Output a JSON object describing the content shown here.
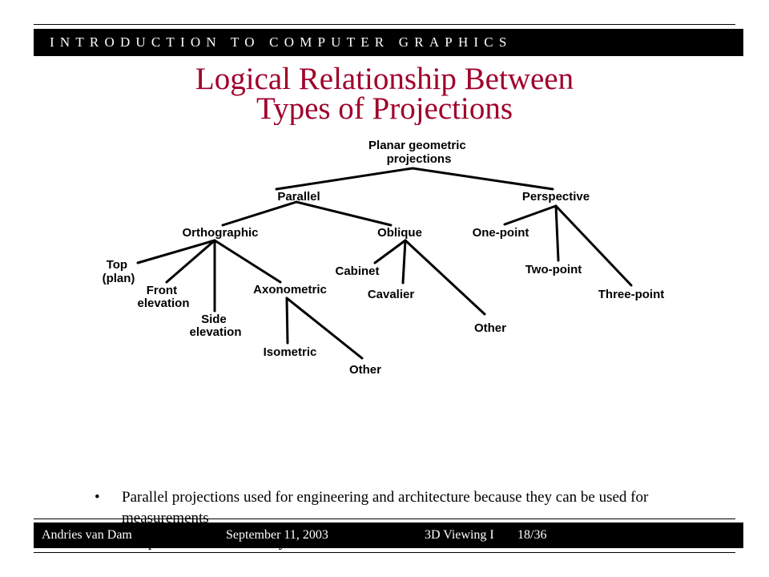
{
  "header": {
    "course": "INTRODUCTION TO COMPUTER GRAPHICS"
  },
  "slide": {
    "title_line1": "Logical Relationship Between",
    "title_line2": "Types of Projections"
  },
  "tree": {
    "root": [
      "Planar geometric",
      "projections"
    ],
    "parallel": "Parallel",
    "perspective": "Perspective",
    "orthographic": "Orthographic",
    "oblique": "Oblique",
    "one_point": "One-point",
    "two_point": "Two-point",
    "three_point": "Three-point",
    "top": [
      "Top",
      "(plan)"
    ],
    "front": [
      "Front",
      "elevation"
    ],
    "side": [
      "Side",
      "elevation"
    ],
    "axonometric": "Axonometric",
    "isometric": "Isometric",
    "axo_other": "Other",
    "cabinet": "Cabinet",
    "cavalier": "Cavalier",
    "oblique_other": "Other"
  },
  "bullets": [
    "Parallel projections used for engineering and architecture because they can be used for measurements",
    "Perspective imitates our eyes or a camera and looks more natural"
  ],
  "footer": {
    "author": "Andries van Dam",
    "date": "September 11, 2003",
    "lecture": "3D Viewing I",
    "page": "18/36"
  }
}
